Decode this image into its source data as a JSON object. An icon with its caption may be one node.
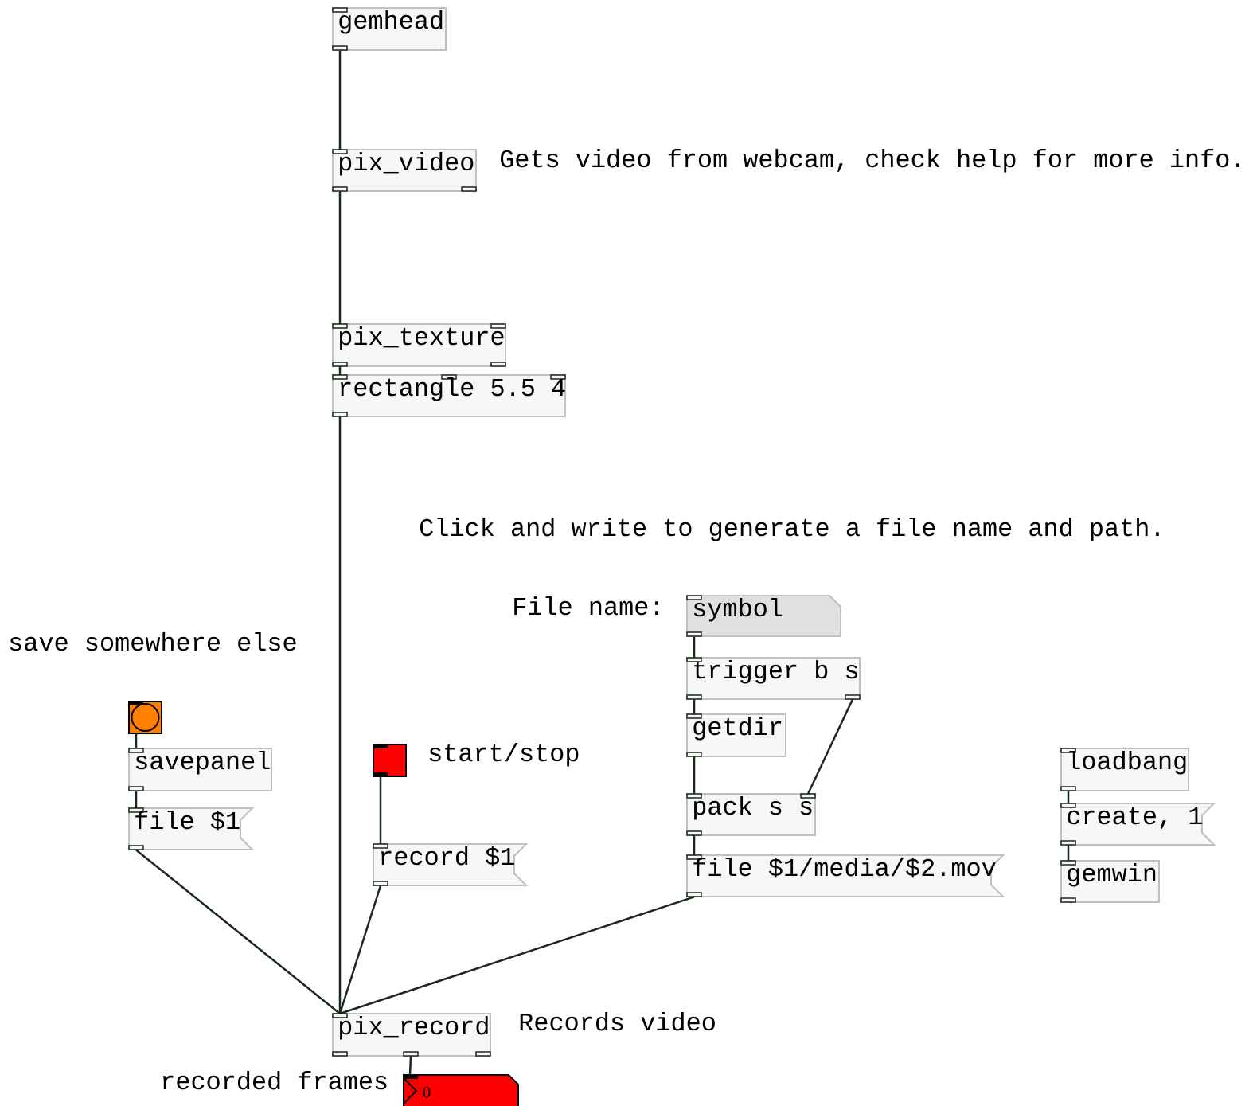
{
  "diagram": {
    "nodes": [
      {
        "text": [
          "gemhead"
        ]
      },
      {
        "text": [
          "pix_video"
        ]
      },
      {
        "text": [
          "pix_texture"
        ]
      },
      {
        "text": [
          "rectangle 5.5 4"
        ]
      },
      {
        "text": [
          "symbol"
        ]
      },
      {
        "text": [
          "trigger b s"
        ]
      },
      {
        "text": [
          "getdir"
        ]
      },
      {
        "text": [
          "pack s s"
        ]
      },
      {
        "text": [
          "file $1/media/$2.mov"
        ]
      },
      {
        "text": [],
        "shape": "bang"
      },
      {
        "text": [
          "savepanel"
        ]
      },
      {
        "text": [
          "file $1"
        ]
      },
      {
        "text": [],
        "shape": "toggle"
      },
      {
        "text": [
          "record $1"
        ]
      },
      {
        "text": [
          "pix_record"
        ]
      },
      {
        "text": [
          "0"
        ]
      },
      {
        "text": [
          "loadbang"
        ]
      },
      {
        "text": [
          "create, 1"
        ]
      },
      {
        "text": [
          "gemwin"
        ]
      }
    ],
    "edges": [
      {
        "from": 0,
        "to": 1,
        "arrow": "none"
      },
      {
        "from": 1,
        "to": 2,
        "arrow": "none"
      },
      {
        "from": 2,
        "to": 3,
        "arrow": "none"
      },
      {
        "from": 3,
        "to": 14,
        "arrow": "none"
      },
      {
        "from": 4,
        "to": 5,
        "arrow": "none"
      },
      {
        "from": 5,
        "to": 6,
        "arrow": "none"
      },
      {
        "from": 5,
        "to": 7,
        "arrow": "none"
      },
      {
        "from": 6,
        "to": 7,
        "arrow": "none"
      },
      {
        "from": 7,
        "to": 8,
        "arrow": "none"
      },
      {
        "from": 8,
        "to": 14,
        "arrow": "none"
      },
      {
        "from": 9,
        "to": 10,
        "arrow": "none"
      },
      {
        "from": 10,
        "to": 11,
        "arrow": "none"
      },
      {
        "from": 11,
        "to": 14,
        "arrow": "none"
      },
      {
        "from": 12,
        "to": 13,
        "arrow": "none"
      },
      {
        "from": 13,
        "to": 14,
        "arrow": "none"
      },
      {
        "from": 14,
        "to": 15,
        "arrow": "none"
      },
      {
        "from": 16,
        "to": 17,
        "arrow": "none"
      },
      {
        "from": 17,
        "to": 18,
        "arrow": "none"
      }
    ],
    "labels": [
      "Gets video from webcam, check help for more info.",
      "Click and write to generate a file name and path.",
      "File name:",
      "save somewhere else",
      "start/stop",
      "Records video",
      "recorded frames"
    ]
  }
}
